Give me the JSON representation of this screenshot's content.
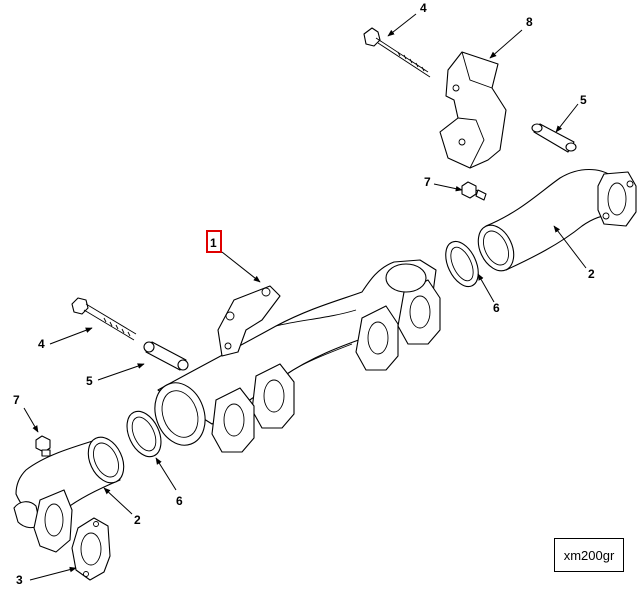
{
  "figure_id": "xm200gr",
  "highlight_color": "#e00000",
  "callouts": {
    "c1": "1",
    "c2a": "2",
    "c2b": "2",
    "c3": "3",
    "c4a": "4",
    "c4b": "4",
    "c5a": "5",
    "c5b": "5",
    "c6a": "6",
    "c6b": "6",
    "c7a": "7",
    "c7b": "7",
    "c8": "8"
  }
}
